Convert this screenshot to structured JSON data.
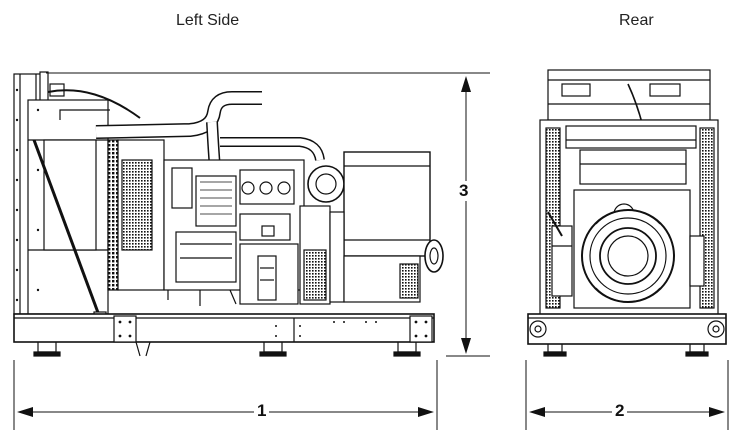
{
  "views": {
    "left_side": {
      "title": "Left Side"
    },
    "rear": {
      "title": "Rear"
    }
  },
  "dimensions": {
    "length": {
      "label": "1"
    },
    "width": {
      "label": "2"
    },
    "height": {
      "label": "3"
    }
  },
  "colors": {
    "line": "#111111",
    "background": "#ffffff"
  }
}
